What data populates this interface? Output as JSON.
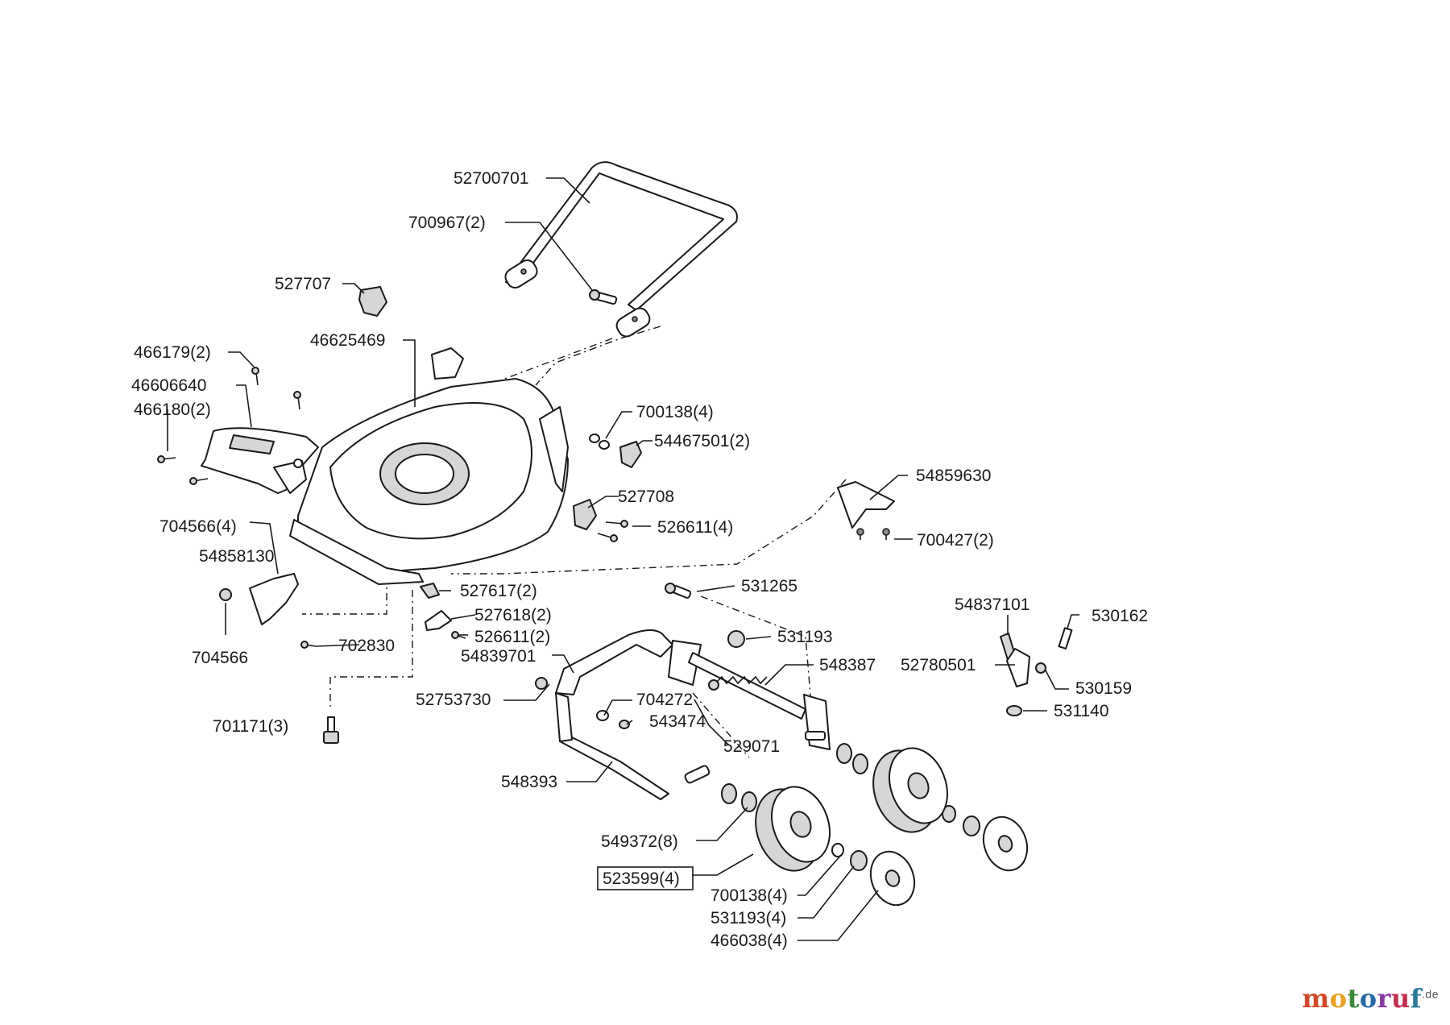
{
  "parts": [
    {
      "id": "p01",
      "label": "52700701"
    },
    {
      "id": "p02",
      "label": "700967(2)"
    },
    {
      "id": "p03",
      "label": "527707"
    },
    {
      "id": "p04",
      "label": "46625469"
    },
    {
      "id": "p05",
      "label": "466179(2)"
    },
    {
      "id": "p06",
      "label": "46606640"
    },
    {
      "id": "p07",
      "label": "466180(2)"
    },
    {
      "id": "p08",
      "label": "700138(4)"
    },
    {
      "id": "p09",
      "label": "54467501(2)"
    },
    {
      "id": "p10",
      "label": "54859630"
    },
    {
      "id": "p11",
      "label": "527708"
    },
    {
      "id": "p12",
      "label": "526611(4)"
    },
    {
      "id": "p13",
      "label": "704566(4)"
    },
    {
      "id": "p14",
      "label": "700427(2)"
    },
    {
      "id": "p15",
      "label": "54858130"
    },
    {
      "id": "p16",
      "label": "527617(2)"
    },
    {
      "id": "p17",
      "label": "531265"
    },
    {
      "id": "p18",
      "label": "527618(2)"
    },
    {
      "id": "p19",
      "label": "54837101"
    },
    {
      "id": "p20",
      "label": "530162"
    },
    {
      "id": "p21",
      "label": "526611(2)"
    },
    {
      "id": "p22",
      "label": "531193"
    },
    {
      "id": "p23",
      "label": "704566"
    },
    {
      "id": "p24",
      "label": "702830"
    },
    {
      "id": "p25",
      "label": "54839701"
    },
    {
      "id": "p26",
      "label": "548387"
    },
    {
      "id": "p27",
      "label": "52780501"
    },
    {
      "id": "p28",
      "label": "530159"
    },
    {
      "id": "p29",
      "label": "52753730"
    },
    {
      "id": "p30",
      "label": "704272"
    },
    {
      "id": "p31",
      "label": "531140"
    },
    {
      "id": "p32",
      "label": "543474"
    },
    {
      "id": "p33",
      "label": "701171(3)"
    },
    {
      "id": "p34",
      "label": "529071"
    },
    {
      "id": "p35",
      "label": "548393"
    },
    {
      "id": "p36",
      "label": "549372(8)"
    },
    {
      "id": "p37",
      "label": "523599(4)"
    },
    {
      "id": "p38",
      "label": "700138(4)"
    },
    {
      "id": "p39",
      "label": "531193(4)"
    },
    {
      "id": "p40",
      "label": "466038(4)"
    }
  ],
  "brand": {
    "m": "m",
    "o1": "o",
    "t": "t",
    "o2": "o",
    "r": "r",
    "u": "u",
    "f": "f",
    "tld": ".de"
  },
  "colors": {
    "m": "#d04a2a",
    "o1": "#e8a020",
    "t": "#3a8a3a",
    "o2": "#2a6aa8",
    "r": "#8a3aa0",
    "u": "#c03050",
    "f": "#2a7a9a"
  }
}
